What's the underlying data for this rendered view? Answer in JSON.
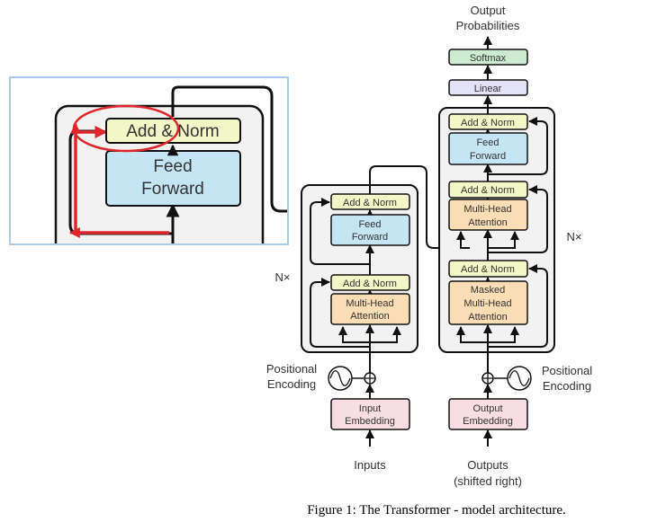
{
  "caption": "Figure 1: The Transformer - model architecture.",
  "colors": {
    "add_norm": "#f3f6c7",
    "feed_forward": "#c4e6f4",
    "attention": "#fadcb5",
    "embedding": "#f8dee2",
    "linear": "#e3e2f6",
    "softmax": "#cdebd0",
    "stack_bg": "#f2f2f2",
    "highlight_red": "#e0262a"
  },
  "zoom_inset": {
    "add_norm": "Add & Norm",
    "feed_forward_l1": "Feed",
    "feed_forward_l2": "Forward"
  },
  "encoder": {
    "repeat": "N×",
    "add_norm_top": "Add & Norm",
    "feed_forward_l1": "Feed",
    "feed_forward_l2": "Forward",
    "add_norm_bottom": "Add & Norm",
    "attention_l1": "Multi-Head",
    "attention_l2": "Attention",
    "pos_enc_l1": "Positional",
    "pos_enc_l2": "Encoding",
    "embedding_l1": "Input",
    "embedding_l2": "Embedding",
    "input_label": "Inputs"
  },
  "decoder": {
    "repeat": "N×",
    "add_norm_top": "Add & Norm",
    "feed_forward_l1": "Feed",
    "feed_forward_l2": "Forward",
    "add_norm_mid": "Add & Norm",
    "cross_attention_l1": "Multi-Head",
    "cross_attention_l2": "Attention",
    "add_norm_bottom": "Add & Norm",
    "masked_l1": "Masked",
    "masked_l2": "Multi-Head",
    "masked_l3": "Attention",
    "pos_enc_l1": "Positional",
    "pos_enc_l2": "Encoding",
    "embedding_l1": "Output",
    "embedding_l2": "Embedding",
    "input_l1": "Outputs",
    "input_l2": "(shifted right)"
  },
  "head": {
    "linear": "Linear",
    "softmax": "Softmax",
    "output_l1": "Output",
    "output_l2": "Probabilities"
  }
}
